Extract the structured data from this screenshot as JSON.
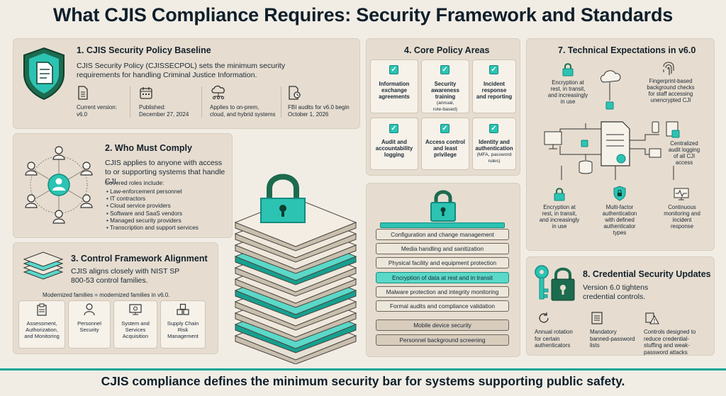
{
  "title": "What CJIS Compliance Requires: Security Framework and Standards",
  "footer": "CJIS compliance defines the minimum security bar for systems supporting public safety.",
  "colors": {
    "accent": "#2cc3b3",
    "dark_green": "#1d6b4f",
    "panel": "#e6ddd0",
    "background": "#f1ede5"
  },
  "section1": {
    "title": "1. CJIS Security Policy Baseline",
    "text": "CJIS Security Policy (CJISSECPOL) sets the minimum security requirements for handling Criminal Justice Information.",
    "facts": [
      {
        "icon": "document-icon",
        "label": "Current version:",
        "value": "v6.0"
      },
      {
        "icon": "calendar-icon",
        "label": "Published:",
        "value": "December 27, 2024"
      },
      {
        "icon": "cloud-icon",
        "label": "Applies to on-prem,",
        "value": "cloud, and hybrid systems"
      },
      {
        "icon": "audit-document-icon",
        "label": "FBI audits for v6.0 begin",
        "value": "October 1, 2026"
      }
    ]
  },
  "section2": {
    "title": "2. Who Must Comply",
    "text": "CJIS applies to anyone with access to or supporting systems that handle CJI.",
    "roles_heading": "Covered roles include:",
    "roles": [
      "Law-enforcement personnel",
      "IT contractors",
      "Cloud service providers",
      "Software and SaaS vendors",
      "Managed security providers",
      "Transcription and support services"
    ]
  },
  "section3": {
    "title": "3. Control Framework Alignment",
    "text": "CJIS aligns closely with NIST SP 800-53 control families.",
    "note": "Modernized families = modernized families in v6.0.",
    "families": [
      {
        "icon": "clipboard-icon",
        "lines": [
          "Assessment,",
          "Authorization,",
          "and Monitoring"
        ]
      },
      {
        "icon": "person-icon",
        "lines": [
          "Personnel",
          "Security"
        ]
      },
      {
        "icon": "monitor-gear-icon",
        "lines": [
          "System and",
          "Services",
          "Acquisition"
        ]
      },
      {
        "icon": "boxes-icon",
        "lines": [
          "Supply Chain",
          "Risk",
          "Management"
        ]
      }
    ]
  },
  "section4": {
    "title": "4. Core Policy Areas",
    "areas": [
      {
        "lines": [
          "Information",
          "exchange",
          "agreements"
        ],
        "sub": []
      },
      {
        "lines": [
          "Security",
          "awareness",
          "training"
        ],
        "sub": [
          "(annual,",
          "role-based)"
        ]
      },
      {
        "lines": [
          "Incident",
          "response",
          "and reporting"
        ],
        "sub": []
      },
      {
        "lines": [
          "Audit and",
          "accountability",
          "logging"
        ],
        "sub": []
      },
      {
        "lines": [
          "Access control",
          "and least",
          "privilege"
        ],
        "sub": []
      },
      {
        "lines": [
          "Identity and",
          "authentication"
        ],
        "sub": [
          "(MFA, password",
          "rules)"
        ]
      }
    ]
  },
  "stack": {
    "layers": [
      {
        "label": "Configuration and change management",
        "style": "light"
      },
      {
        "label": "Media handling and sanitization",
        "style": "light"
      },
      {
        "label": "Physical facility and equipment protection",
        "style": "light"
      },
      {
        "label": "Encryption of data at rest and in transit",
        "style": "highlight"
      },
      {
        "label": "Malware protection and integrity monitoring",
        "style": "light"
      },
      {
        "label": "Formal audits and compliance validation",
        "style": "light"
      },
      {
        "label": "Mobile device security",
        "style": "dark"
      },
      {
        "label": "Personnel background screening",
        "style": "dark"
      }
    ]
  },
  "section7": {
    "title": "7. Technical Expectations in v6.0",
    "items": [
      {
        "icon": "lock-icon",
        "lines": [
          "Encryption at",
          "rest, in transit,",
          "and increasingly",
          "in use"
        ]
      },
      {
        "icon": "fingerprint-icon",
        "lines": [
          "Fingerprint-based",
          "background checks",
          "for staff accessing",
          "unencrypted CJI"
        ]
      },
      {
        "icon": "log-document-icon",
        "lines": [
          "Centralized",
          "audit logging",
          "of all CJI",
          "access"
        ]
      },
      {
        "icon": "lock-icon",
        "lines": [
          "Encryption at",
          "rest, in transit,",
          "and increasingly",
          "in use"
        ]
      },
      {
        "icon": "shield-lock-icon",
        "lines": [
          "Multi-factor",
          "authentication",
          "with defined",
          "authenticator",
          "types"
        ]
      },
      {
        "icon": "monitor-pulse-icon",
        "lines": [
          "Continuous",
          "monitoring and",
          "incident",
          "response"
        ]
      }
    ]
  },
  "section8": {
    "title": "8. Credential Security Updates",
    "text": "Version 6.0 tightens credential controls.",
    "items": [
      {
        "icon": "rotate-icon",
        "lines": [
          "Annual rotation",
          "for certain",
          "authenticators"
        ]
      },
      {
        "icon": "list-icon",
        "lines": [
          "Mandatory",
          "banned-password",
          "lists"
        ]
      },
      {
        "icon": "warning-icon",
        "lines": [
          "Controls designed to",
          "reduce credential-",
          "stuffing and weak-",
          "password attacks"
        ]
      }
    ]
  }
}
